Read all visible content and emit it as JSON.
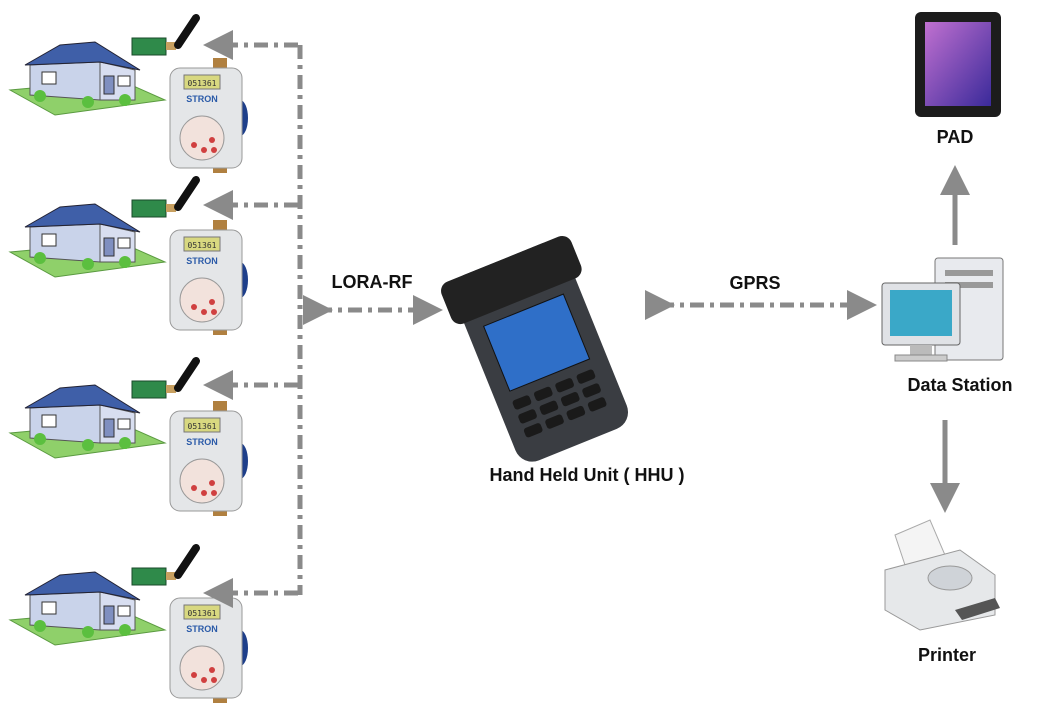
{
  "labels": {
    "link_meters": "LORA-RF",
    "link_station": "GPRS",
    "hhu": "Hand Held Unit ( HHU )",
    "pad": "PAD",
    "station": "Data Station",
    "printer": "Printer"
  },
  "meter_brand": "STRON",
  "meter_display": "051361",
  "meter_count": 4,
  "colors": {
    "arrow": "#8a8a8a",
    "roof": "#3f5fa8",
    "wall": "#c9d3ea",
    "lawn": "#8fd06a",
    "meter_body": "#e4e6e8",
    "hhu_screen": "#2f6fc8",
    "pad_screen": "#8a4fc0"
  }
}
